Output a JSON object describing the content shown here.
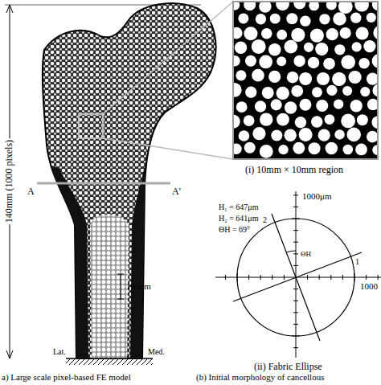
{
  "diagram": {
    "labels": [
      "140mm (1000 pixels)",
      "A",
      "A'",
      "10 mm",
      "Lat.",
      "Med.",
      "(i) 10mm × 10mm region",
      "1000μm",
      "H₁ = 647μm",
      "H₂ = 641μm",
      "ΘH = 69°",
      "2",
      "1",
      "ΘH",
      "1000",
      "(ii) Fabric Ellipse",
      "a) Large scale pixel-based FE model",
      "(b) Initial morphology of cancellous"
    ]
  }
}
